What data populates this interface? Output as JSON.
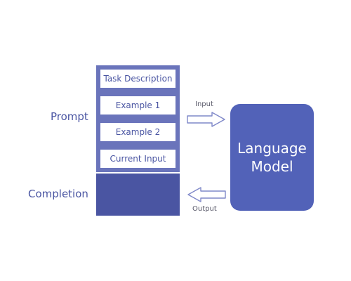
{
  "prompt": {
    "label": "Prompt",
    "items": [
      "Task Description",
      "Example 1",
      "Example 2",
      "Current Input"
    ]
  },
  "completion": {
    "label": "Completion"
  },
  "model": {
    "line1": "Language",
    "line2": "Model"
  },
  "arrows": {
    "input_label": "Input",
    "output_label": "Output"
  },
  "colors": {
    "stack_fill": "#6a74bb",
    "completion_fill": "#4a55a2",
    "model_fill": "#5262b8",
    "label_text": "#4a55a2",
    "arrow_outline": "#7f88c9"
  }
}
